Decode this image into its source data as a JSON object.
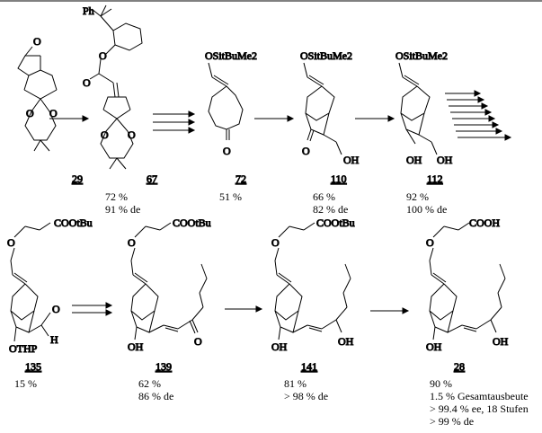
{
  "compounds": [
    {
      "id": "29",
      "yields": []
    },
    {
      "id": "67",
      "yields": [
        "72 %",
        "91 % de"
      ]
    },
    {
      "id": "72",
      "yields": [
        "51 %"
      ]
    },
    {
      "id": "110",
      "yields": [
        "66 %",
        "82 % de"
      ]
    },
    {
      "id": "112",
      "yields": [
        "92 %",
        "100 % de"
      ]
    },
    {
      "id": "135",
      "yields": [
        "15 %"
      ]
    },
    {
      "id": "139",
      "yields": [
        "62 %",
        "86 % de"
      ]
    },
    {
      "id": "141",
      "yields": [
        "81 %",
        "> 98 % de"
      ]
    },
    {
      "id": "28",
      "yields": [
        "90 %",
        "1.5 % Gesamtausbeute",
        "> 99.4 % ee, 18 Stufen",
        "> 99 % de"
      ]
    }
  ],
  "atom_labels": {
    "ph": "Ph",
    "o": "O",
    "otbs": "OSitBuMe2",
    "oh": "OH",
    "othp": "OTHP",
    "h": "H",
    "cootbu": "COOtBu",
    "cooh": "COOH"
  }
}
